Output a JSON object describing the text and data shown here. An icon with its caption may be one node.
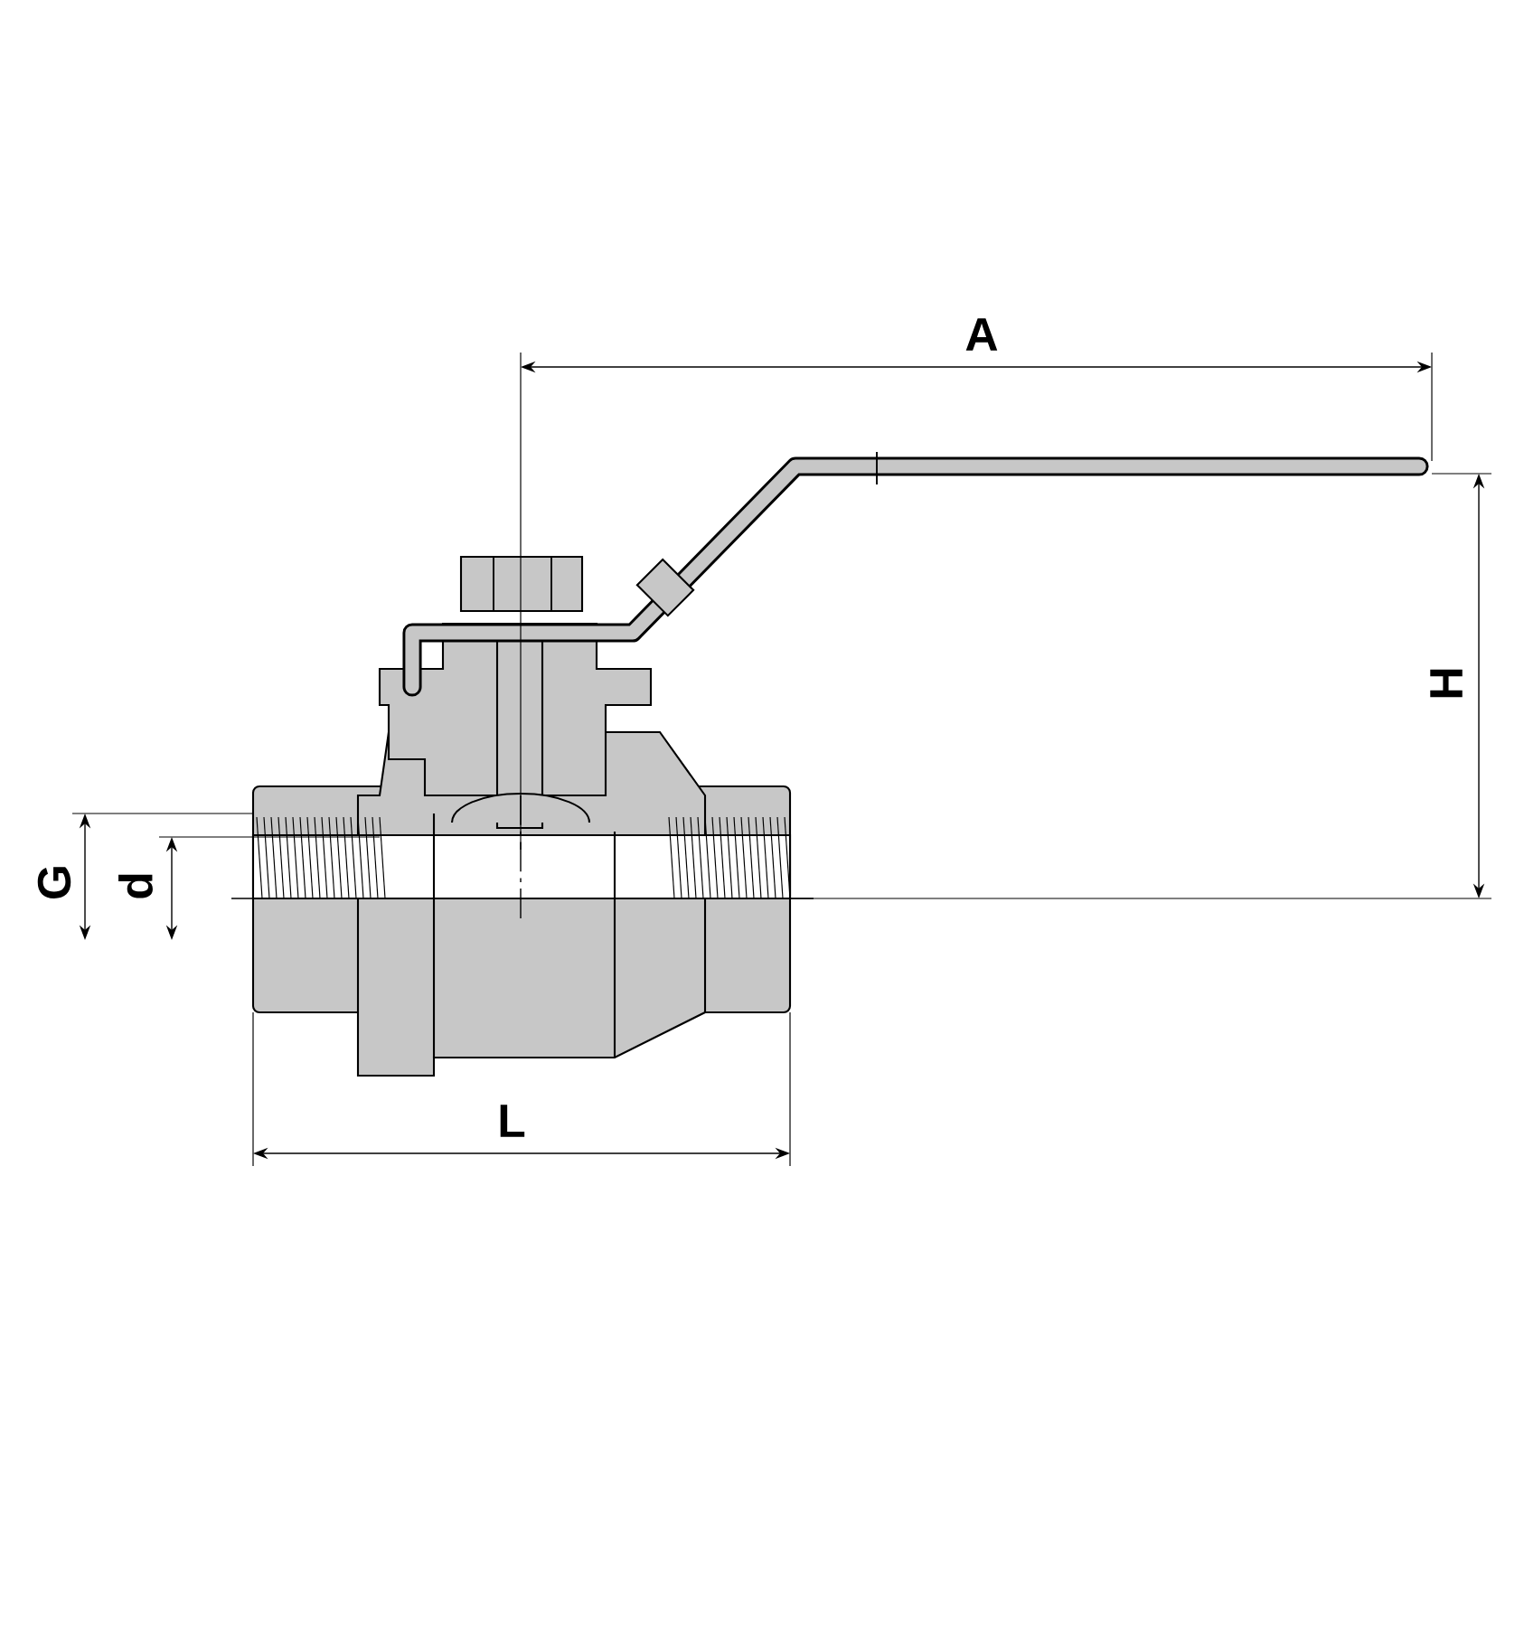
{
  "diagram": {
    "labels": [
      "A",
      "H",
      "G",
      "d",
      "L"
    ]
  }
}
